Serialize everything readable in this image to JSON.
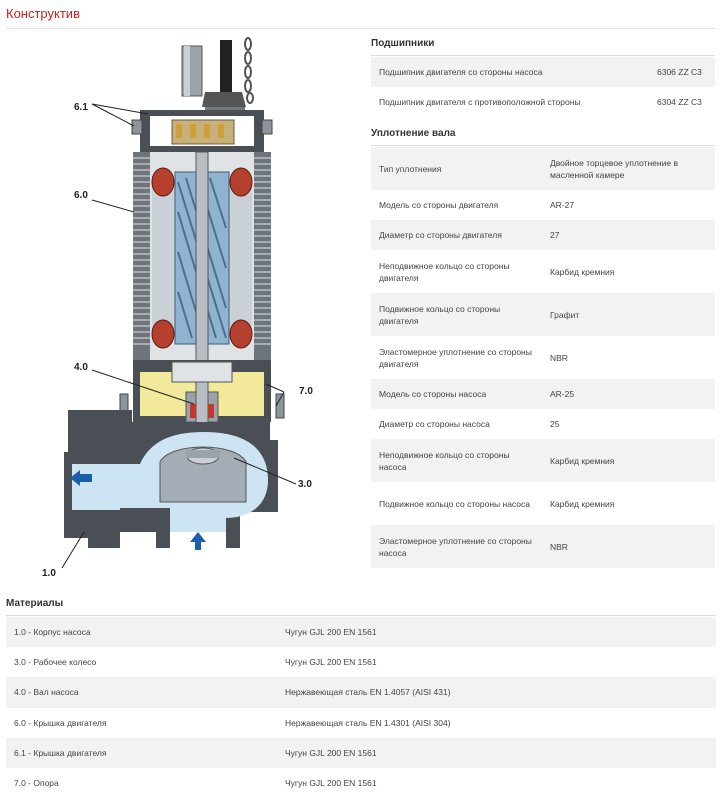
{
  "page": {
    "title": "Конструктив"
  },
  "diagram": {
    "callouts": {
      "c61": "6.1",
      "c60": "6.0",
      "c40": "4.0",
      "c70": "7.0",
      "c30": "3.0",
      "c10": "1.0"
    }
  },
  "bearings": {
    "heading": "Подшипники",
    "rows": [
      {
        "label": "Подшипник двигателя со стороны насоса",
        "value": "6306 ZZ C3"
      },
      {
        "label": "Подшипник двигателя с противоположной стороны",
        "value": "6304 ZZ C3"
      }
    ]
  },
  "seal": {
    "heading": "Уплотнение вала",
    "rows": [
      {
        "label": "Тип уплотнения",
        "value": "Двойное торцевое уплотнение в масленной камере"
      },
      {
        "label": "Модель со стороны двигателя",
        "value": "AR-27"
      },
      {
        "label": "Диаметр со стороны двигателя",
        "value": "27"
      },
      {
        "label": "Неподвижное кольцо со стороны двигателя",
        "value": "Карбид кремния"
      },
      {
        "label": "Подвижное кольцо со стороны двигателя",
        "value": "Графит"
      },
      {
        "label": "Эластомерное уплотнение со стороны двигателя",
        "value": "NBR"
      },
      {
        "label": "Модель со стороны насоса",
        "value": "AR-25"
      },
      {
        "label": "Диаметр со стороны насоса",
        "value": "25"
      },
      {
        "label": "Неподвижное кольцо со стороны насоса",
        "value": "Карбид кремния"
      },
      {
        "label": "Подвижное кольцо со стороны насоса",
        "value": "Карбид кремния"
      },
      {
        "label": "Эластомерное уплотнение со стороны насоса",
        "value": "NBR"
      }
    ]
  },
  "materials": {
    "heading": "Материалы",
    "rows": [
      {
        "label": "1.0 - Корпус насоса",
        "value": "Чугун GJL 200 EN 1561"
      },
      {
        "label": "3.0 - Рабочее колесо",
        "value": "Чугун GJL 200 EN 1561"
      },
      {
        "label": "4.0 - Вал насоса",
        "value": "Нержавеющая сталь EN 1.4057 (AISI 431)"
      },
      {
        "label": "6.0 - Крышка двигателя",
        "value": "Нержавеющая сталь EN 1.4301 (AISI 304)"
      },
      {
        "label": "6.1 - Крышка двигателя",
        "value": "Чугун GJL 200 EN 1561"
      },
      {
        "label": "7.0 - Опора",
        "value": "Чугун GJL 200 EN 1561"
      }
    ]
  }
}
